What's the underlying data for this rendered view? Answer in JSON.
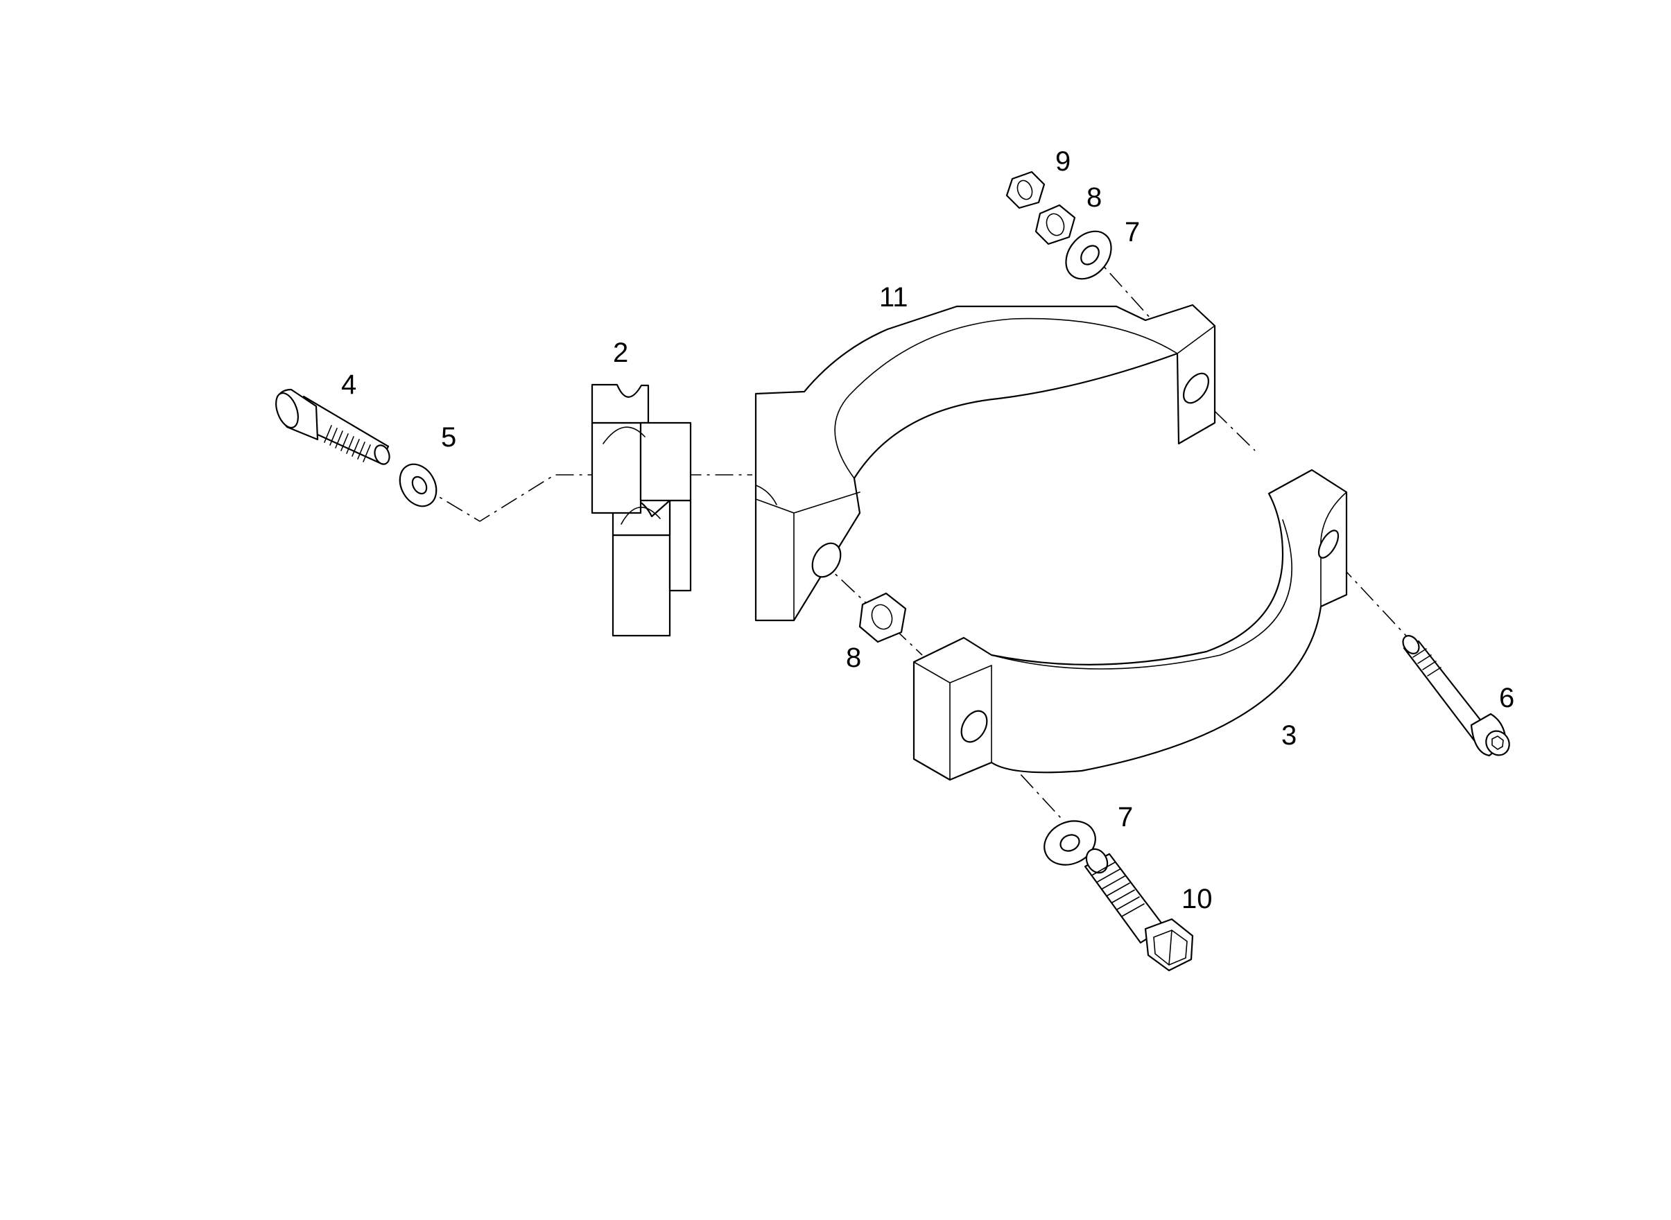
{
  "callouts": {
    "part_2": "2",
    "part_3": "3",
    "part_4": "4",
    "part_5": "5",
    "part_6": "6",
    "part_7_top": "7",
    "part_7_bottom": "7",
    "part_8_top": "8",
    "part_8_middle": "8",
    "part_9": "9",
    "part_10": "10",
    "part_11": "11"
  },
  "colors": {
    "line": "#000000",
    "background": "#ffffff"
  }
}
